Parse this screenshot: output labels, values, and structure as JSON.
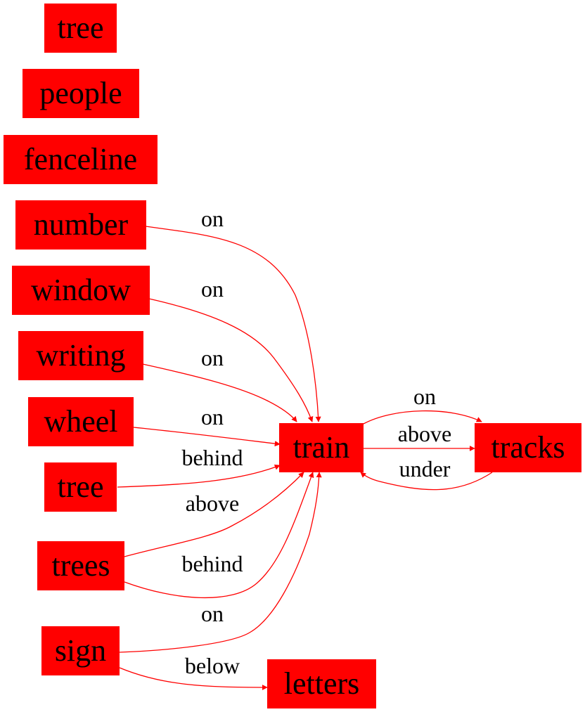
{
  "colors": {
    "node_fill": "#ff0000",
    "edge_stroke": "#ff0000",
    "text": "#000000",
    "background": "#ffffff"
  },
  "nodes": {
    "tree_top": "tree",
    "people": "people",
    "fenceline": "fenceline",
    "number": "number",
    "window": "window",
    "writing": "writing",
    "wheel": "wheel",
    "tree": "tree",
    "trees": "trees",
    "sign": "sign",
    "train": "train",
    "tracks": "tracks",
    "letters": "letters"
  },
  "edges": [
    {
      "from": "number",
      "to": "train",
      "label": "on"
    },
    {
      "from": "window",
      "to": "train",
      "label": "on"
    },
    {
      "from": "writing",
      "to": "train",
      "label": "on"
    },
    {
      "from": "wheel",
      "to": "train",
      "label": "on"
    },
    {
      "from": "tree",
      "to": "train",
      "label": "behind"
    },
    {
      "from": "trees",
      "to": "train",
      "label": "above"
    },
    {
      "from": "trees",
      "to": "train",
      "label": "behind"
    },
    {
      "from": "sign",
      "to": "train",
      "label": "on"
    },
    {
      "from": "sign",
      "to": "letters",
      "label": "below"
    },
    {
      "from": "train",
      "to": "tracks",
      "label": "on"
    },
    {
      "from": "train",
      "to": "tracks",
      "label": "above"
    },
    {
      "from": "tracks",
      "to": "train",
      "label": "under"
    }
  ]
}
